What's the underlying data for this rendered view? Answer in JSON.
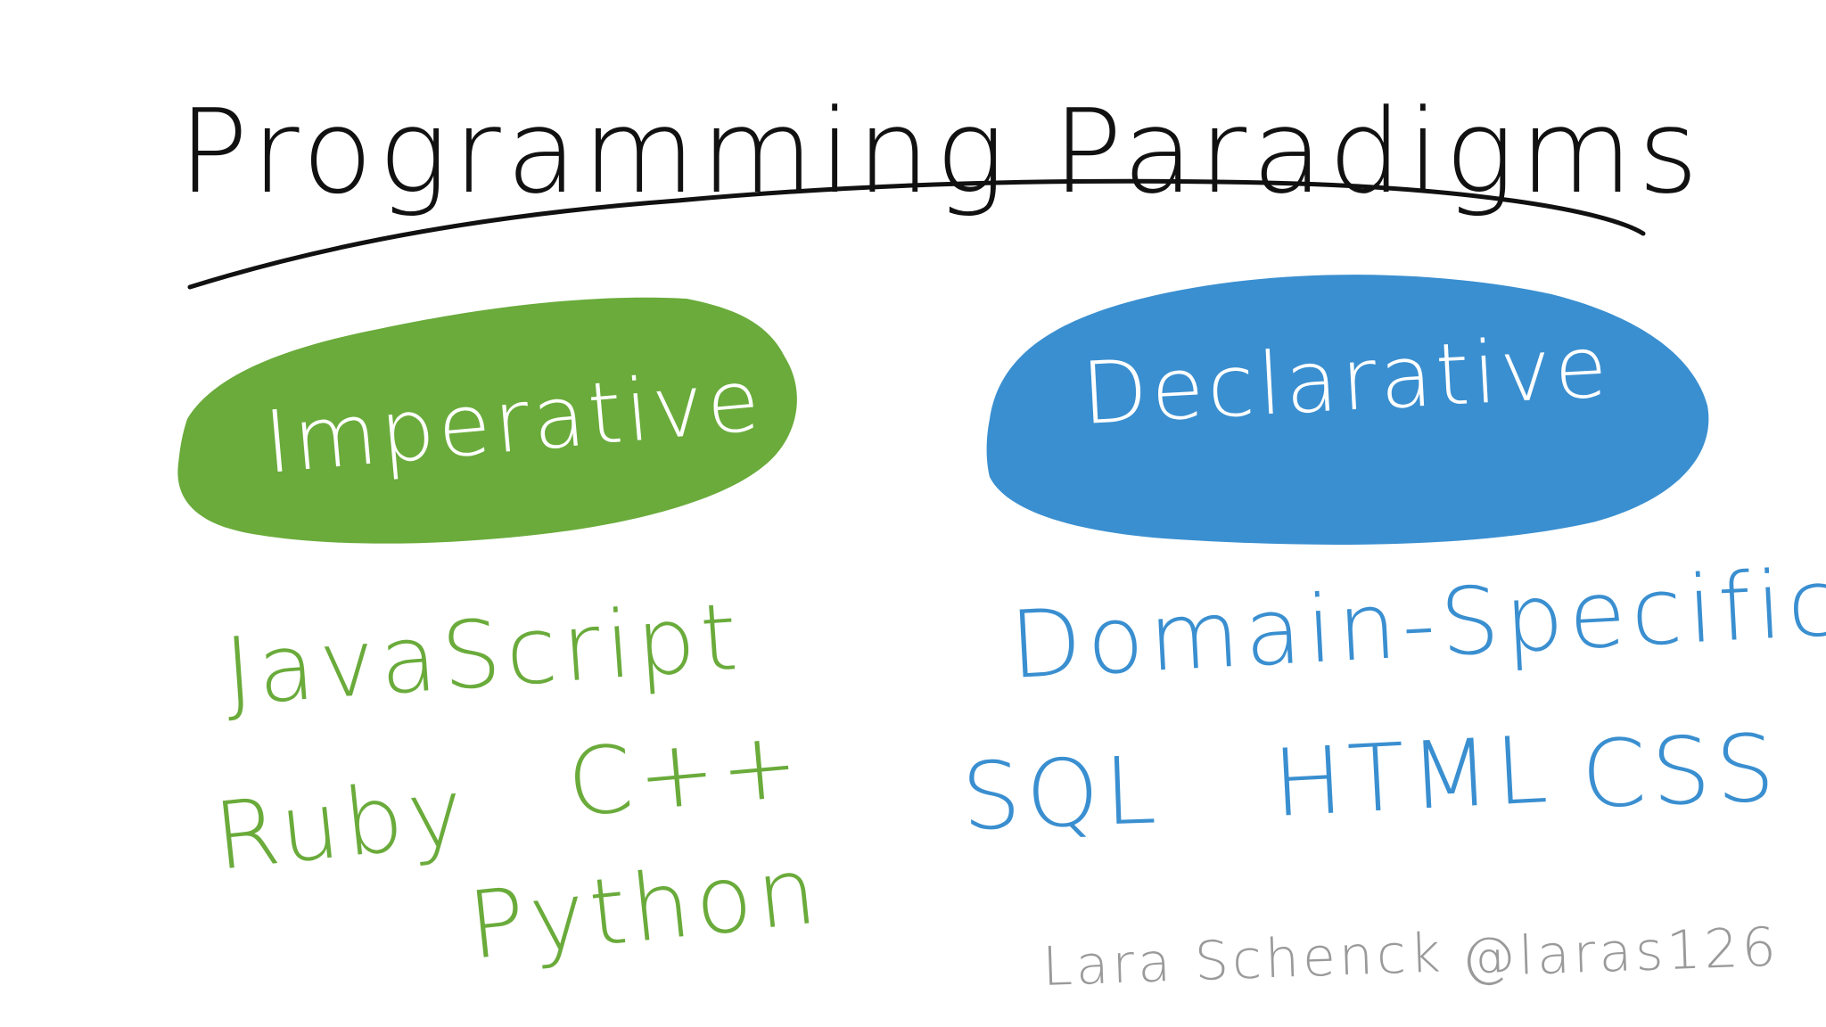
{
  "title": "Programming Paradigms",
  "colors": {
    "imperative": "#6aab3b",
    "declarative": "#3a8fd0",
    "title": "#111111",
    "credit": "#9a9a9a"
  },
  "imperative": {
    "label": "Imperative",
    "languages": [
      "JavaScript",
      "Ruby",
      "C++",
      "Python"
    ]
  },
  "declarative": {
    "label": "Declarative",
    "category": "Domain-Specific",
    "languages": [
      "SQL",
      "HTML",
      "CSS"
    ]
  },
  "credit": {
    "author": "Lara Schenck",
    "handle": "@laras126"
  }
}
